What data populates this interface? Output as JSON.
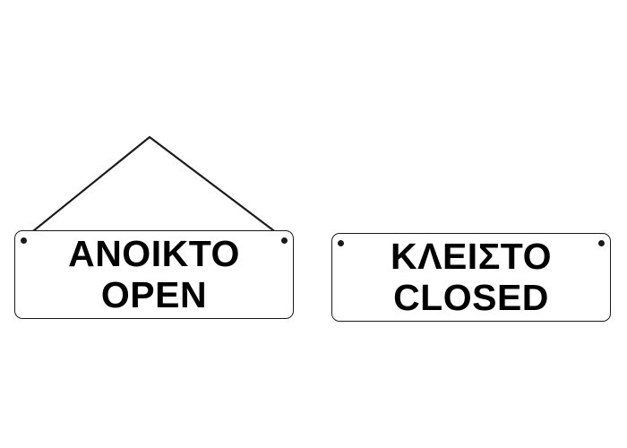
{
  "signs": [
    {
      "line1": "ΑΝΟΙΚΤΟ",
      "line2": "OPEN",
      "hanging_cord": true
    },
    {
      "line1": "ΚΛΕΙΣΤΟ",
      "line2": "CLOSED",
      "hanging_cord": false
    }
  ],
  "colors": {
    "background": "#ffffff",
    "ink": "#000000",
    "outline": "#1a1a1a"
  }
}
